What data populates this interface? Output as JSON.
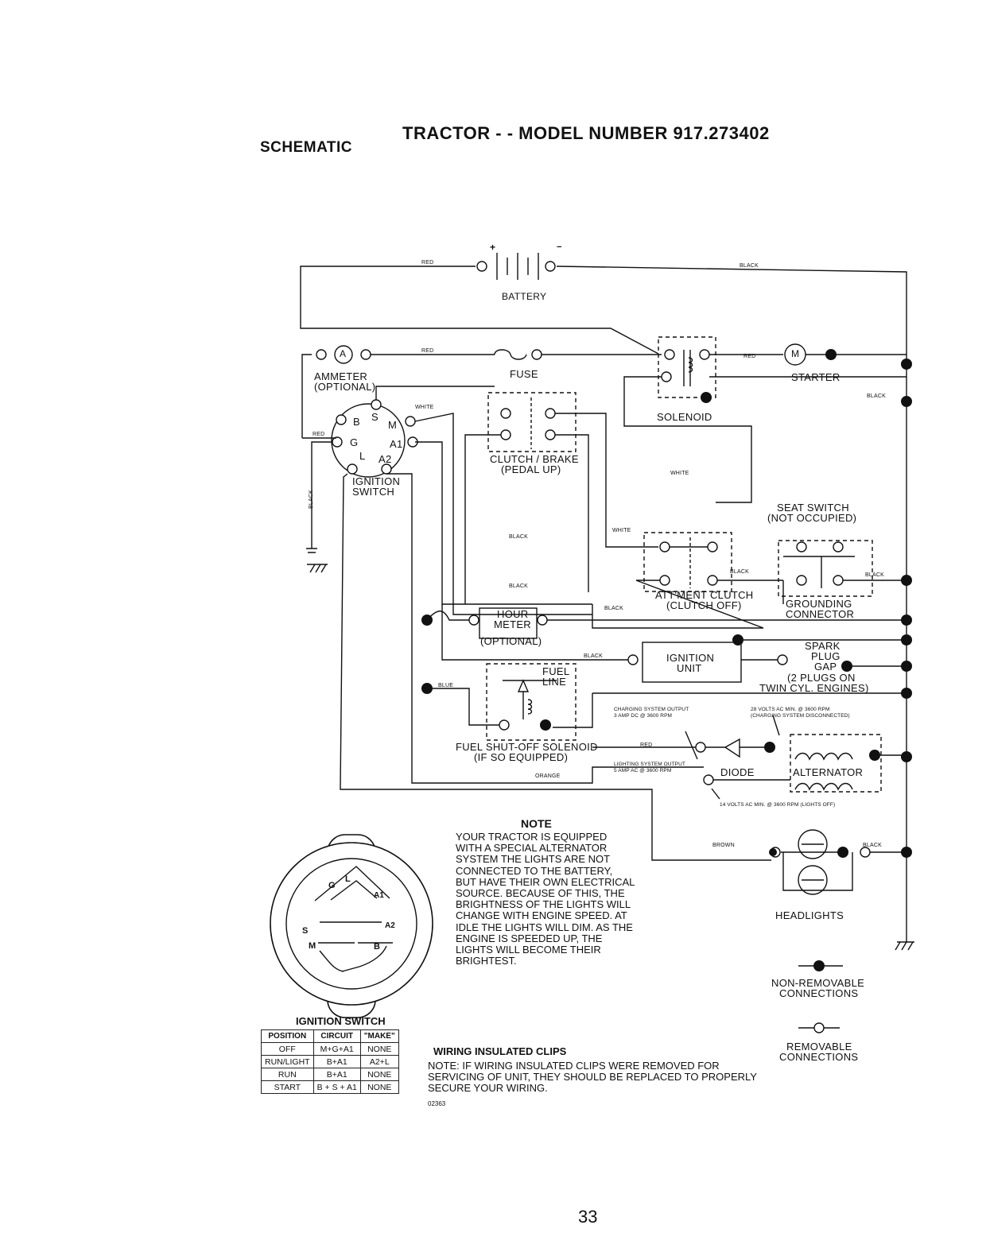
{
  "header": {
    "section": "SCHEMATIC",
    "title": "TRACTOR - - MODEL NUMBER 917.273402"
  },
  "components": {
    "battery": "BATTERY",
    "battery_plus": "+",
    "battery_minus": "−",
    "ammeter_symbol": "A",
    "ammeter": [
      "AMMETER",
      "(OPTIONAL)"
    ],
    "fuse": "FUSE",
    "solenoid": "SOLENOID",
    "starter_symbol": "M",
    "starter": "STARTER",
    "clutch_brake": [
      "CLUTCH / BRAKE",
      "(PEDAL UP)"
    ],
    "ignition_switch": [
      "IGNITION",
      "SWITCH"
    ],
    "switch_terminals": {
      "b": "B",
      "s": "S",
      "m": "M",
      "g": "G",
      "a1": "A1",
      "l": "L",
      "a2": "A2"
    },
    "seat_switch": [
      "SEAT SWITCH",
      "(NOT OCCUPIED)"
    ],
    "attment_clutch": [
      "ATT'MENT CLUTCH",
      "(CLUTCH OFF)"
    ],
    "grounding_connector": [
      "GROUNDING",
      "CONNECTOR"
    ],
    "hour_meter": [
      "HOUR",
      "METER",
      "(OPTIONAL)"
    ],
    "ignition_unit": [
      "IGNITION",
      "UNIT"
    ],
    "spark_plug": [
      "SPARK",
      "PLUG",
      "GAP",
      "(2 PLUGS ON",
      "TWIN CYL. ENGINES)"
    ],
    "fuel_line": [
      "FUEL",
      "LINE"
    ],
    "fuel_solenoid": [
      "FUEL SHUT-OFF SOLENOID",
      "(IF SO EQUIPPED)"
    ],
    "diode": "DIODE",
    "alternator": "ALTERNATOR",
    "headlights": "HEADLIGHTS"
  },
  "wires": {
    "red": "RED",
    "black": "BLACK",
    "white": "WHITE",
    "blue": "BLUE",
    "orange": "ORANGE",
    "brown": "BROWN"
  },
  "specs": {
    "charging": [
      "CHARGING SYSTEM OUTPUT",
      "3 AMP DC @ 3600 RPM"
    ],
    "lighting": [
      "LIGHTING SYSTEM OUTPUT",
      "5 AMP AC @ 3600 RPM"
    ],
    "volts28": [
      "28 VOLTS AC MIN. @ 3600 RPM",
      "(CHARGING SYSTEM DISCONNECTED)"
    ],
    "volts14": "14 VOLTS AC MIN. @ 3600 RPM (LIGHTS OFF)"
  },
  "note": {
    "heading": "NOTE",
    "body": "YOUR TRACTOR IS EQUIPPED WITH A SPECIAL ALTERNATOR SYSTEM THE LIGHTS ARE NOT CONNECTED TO THE BATTERY, BUT HAVE THEIR OWN ELECTRICAL SOURCE. BECAUSE OF THIS, THE BRIGHTNESS OF THE LIGHTS WILL CHANGE WITH ENGINE SPEED. AT IDLE THE LIGHTS WILL DIM. AS THE ENGINE IS SPEEDED UP, THE LIGHTS WILL BECOME THEIR BRIGHTEST."
  },
  "legend": {
    "non_removable": [
      "NON-REMOVABLE",
      "CONNECTIONS"
    ],
    "removable": [
      "REMOVABLE",
      "CONNECTIONS"
    ]
  },
  "switch_face": {
    "caption": "IGNITION SWITCH",
    "letters": {
      "g": "G",
      "l": "L",
      "a1": "A1",
      "a2": "A2",
      "s": "S",
      "m": "M",
      "b": "B"
    }
  },
  "switch_table": {
    "headers": [
      "POSITION",
      "CIRCUIT",
      "\"MAKE\""
    ],
    "rows": [
      [
        "OFF",
        "M+G+A1",
        "NONE"
      ],
      [
        "RUN/LIGHT",
        "B+A1",
        "A2+L"
      ],
      [
        "RUN",
        "B+A1",
        "NONE"
      ],
      [
        "START",
        "B + S + A1",
        "NONE"
      ]
    ]
  },
  "clips": {
    "heading": "WIRING INSULATED CLIPS",
    "body": "NOTE: IF WIRING INSULATED CLIPS WERE REMOVED FOR SERVICING OF UNIT, THEY SHOULD BE REPLACED TO PROPERLY SECURE YOUR WIRING.",
    "code": "02363"
  },
  "page_number": "33"
}
